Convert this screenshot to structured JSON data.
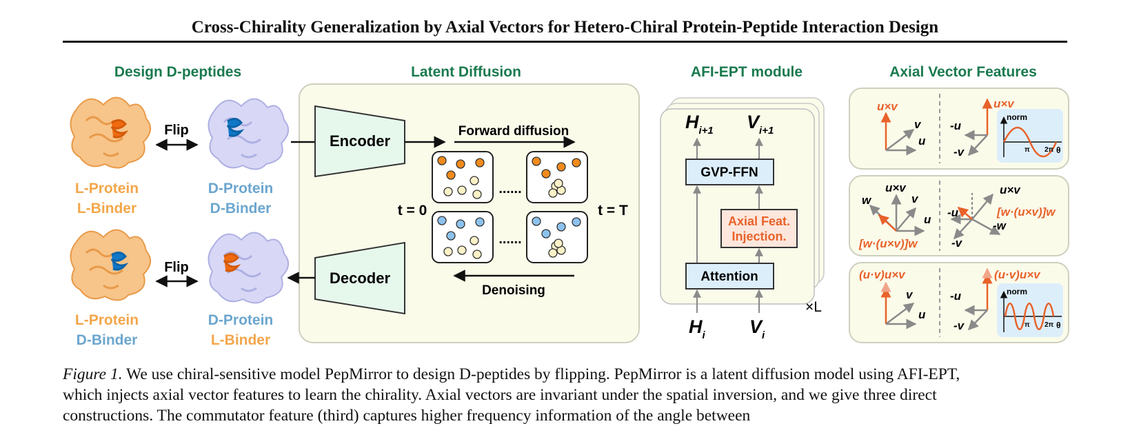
{
  "header": {
    "title": "Cross-Chirality Generalization by Axial Vectors for Hetero-Chiral Protein-Peptide Interaction Design"
  },
  "colors": {
    "section_green": "#1a7a4e",
    "protein_orange": "#f3a64a",
    "protein_blue": "#6ba6cf",
    "helix_orange": "#f06a10",
    "helix_blue": "#1178c8",
    "panel_bg": "#fbfbea",
    "vector_red": "#e8622a",
    "mint": "#e6f8ec",
    "light_blue": "#ddeefb"
  },
  "sections": {
    "design": "Design D-peptides",
    "latent": "Latent Diffusion",
    "afi": "AFI-EPT module",
    "axial": "Axial Vector Features"
  },
  "design": {
    "flip": "Flip",
    "row1": {
      "left_l1": "L-Protein",
      "left_l2": "L-Binder",
      "right_l1": "D-Protein",
      "right_l2": "D-Binder"
    },
    "row2": {
      "left_l1": "L-Protein",
      "left_l2": "D-Binder",
      "right_l1": "D-Protein",
      "right_l2": "L-Binder"
    }
  },
  "latent": {
    "encoder": "Encoder",
    "decoder": "Decoder",
    "forward": "Forward diffusion",
    "denoising": "Denoising",
    "t0": "t = 0",
    "tT": "t = T",
    "dots": "......"
  },
  "afi": {
    "h_out": "H",
    "h_out_sub": "i+1",
    "v_out": "V",
    "v_out_sub": "i+1",
    "gvp": "GVP-FFN",
    "axial_l1": "Axial Feat.",
    "axial_l2": "Injection.",
    "attention": "Attention",
    "h_in": "H",
    "h_in_sub": "i",
    "v_in": "V",
    "v_in_sub": "i",
    "times_l": "×L"
  },
  "axial": {
    "uxv": "u×v",
    "u": "u",
    "v": "v",
    "w": "w",
    "neg_u": "-u",
    "neg_v": "-v",
    "neg_w": "-w",
    "norm": "norm",
    "pi": "π",
    "two_pi": "2π",
    "theta": "θ",
    "triple": "[w·(u×v)]w",
    "comm": "(u·v)u×v"
  },
  "caption": {
    "label": "Figure 1.",
    "line1": "We use chiral-sensitive model PepMirror to design D-peptides by flipping. PepMirror is a latent diffusion model using AFI-EPT,",
    "line2": "which injects axial vector features to learn the chirality. Axial vectors are invariant under the spatial inversion, and we give three direct",
    "line3": "constructions. The commutator feature (third) captures higher frequency information of the angle between"
  }
}
